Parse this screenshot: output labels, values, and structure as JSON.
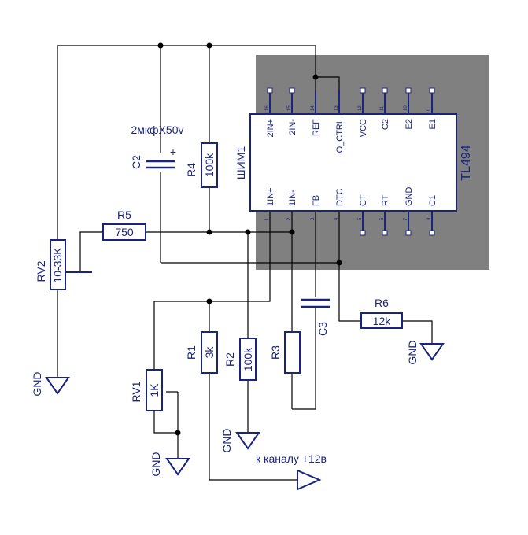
{
  "chip": {
    "name": "ШИМ1",
    "part": "TL494",
    "top_pins": [
      "2IN+",
      "2IN-",
      "REF",
      "O_CTRL",
      "VCC",
      "C2",
      "E2",
      "E1"
    ],
    "top_nums": [
      "16",
      "15",
      "14",
      "13",
      "12",
      "11",
      "10",
      "9"
    ],
    "bottom_pins": [
      "1IN+",
      "1IN-",
      "FB",
      "DTC",
      "CT",
      "RT",
      "GND",
      "C1"
    ],
    "bottom_nums": [
      "1",
      "2",
      "3",
      "4",
      "5",
      "6",
      "7",
      "8"
    ]
  },
  "c2": {
    "name": "C2",
    "value": "2мкфX50v",
    "polarity": "+"
  },
  "c3": {
    "name": "C3"
  },
  "r1": {
    "name": "R1",
    "value": "3k"
  },
  "r2": {
    "name": "R2",
    "value": "100k"
  },
  "r3": {
    "name": "R3"
  },
  "r4": {
    "name": "R4",
    "value": "100k"
  },
  "r5": {
    "name": "R5",
    "value": "750"
  },
  "r6": {
    "name": "R6",
    "value": "12k"
  },
  "rv1": {
    "name": "RV1",
    "value": "1K"
  },
  "rv2": {
    "name": "RV2",
    "value": "10-33K"
  },
  "gnd": "GND",
  "output": {
    "label": "к каналу +12в"
  },
  "colors": {
    "chip_background": "#808080",
    "components": "#1a237e",
    "wires": "#000000"
  }
}
